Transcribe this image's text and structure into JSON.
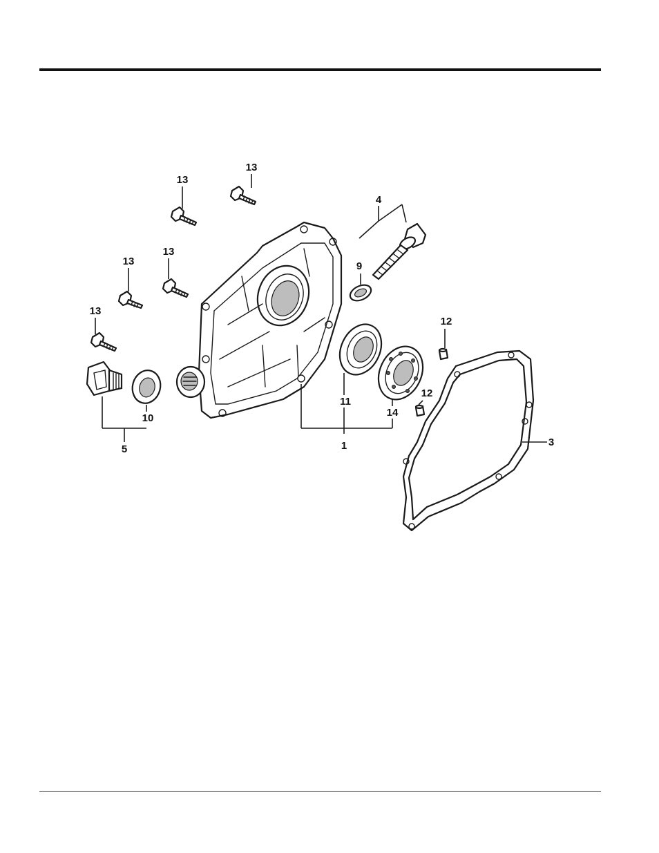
{
  "callouts": {
    "c13a": "13",
    "c13b": "13",
    "c13c": "13",
    "c13d": "13",
    "c13e": "13",
    "c4": "4",
    "c9": "9",
    "c12a": "12",
    "c12b": "12",
    "c11": "11",
    "c14": "14",
    "c1": "1",
    "c3": "3",
    "c10": "10",
    "c5": "5"
  },
  "colors": {
    "line": "#1a1a1a",
    "background": "#ffffff"
  }
}
